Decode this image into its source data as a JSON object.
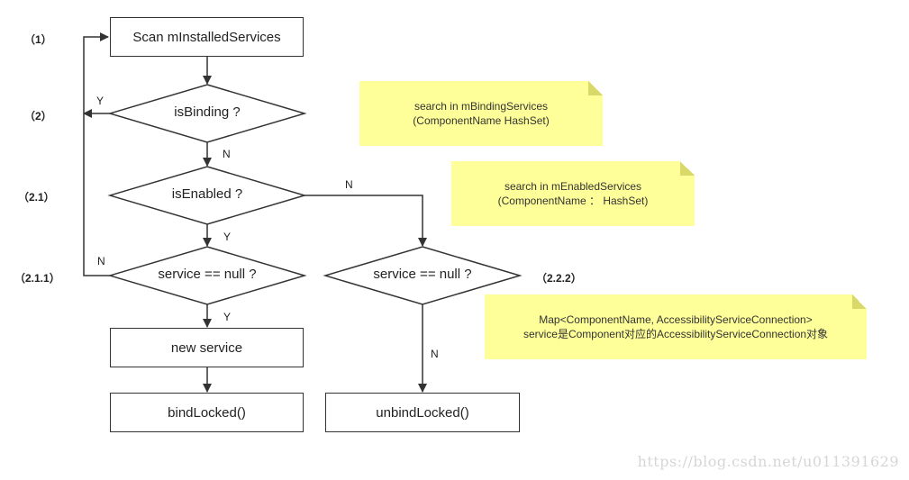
{
  "steps": {
    "s1": "（1）",
    "s2": "（2）",
    "s21": "（2.1）",
    "s211": "（2.1.1）",
    "s222": "（2.2.2）"
  },
  "nodes": {
    "scan": "Scan mInstalledServices",
    "is_binding": "isBinding ?",
    "is_enabled": "isEnabled ?",
    "service_null_left": "service == null ?",
    "service_null_right": "service == null ?",
    "new_service": "new service",
    "bind_locked": "bindLocked()",
    "unbind_locked": "unbindLocked()"
  },
  "branch_labels": {
    "binding_yes": "Y",
    "binding_no": "N",
    "enabled_no": "N",
    "enabled_yes": "Y",
    "left_null_no": "N",
    "left_null_yes": "Y",
    "right_null_no": "N"
  },
  "notes": {
    "binding": [
      "search in mBindingServices",
      "(ComponentName HashSet)"
    ],
    "enabled": [
      "search in mEnabledServices",
      "(ComponentName ： HashSet)"
    ],
    "map": [
      "Map<ComponentName, AccessibilityServiceConnection>",
      "service是Component对应的AccessibilityServiceConnection对象"
    ]
  },
  "watermark": "https://blog.csdn.net/u011391629",
  "colors": {
    "note_bg": "#ffff99",
    "line": "#333333"
  }
}
